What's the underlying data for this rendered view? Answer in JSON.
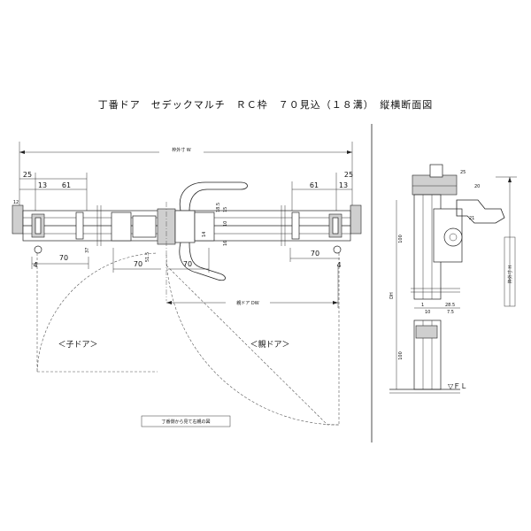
{
  "title": "丁番ドア　セデックマルチ　ＲＣ枠　７０見込（１８溝）　縦横断面図",
  "plan": {
    "frame_width_label": "枠外寸 W",
    "main_door_label": "親ドア DW",
    "child_door_label": "＜子ドア＞",
    "parent_door_label": "＜親ドア＞",
    "note": "丁番側から見て右親の図",
    "dims": {
      "d25_left": "25",
      "d13": "13",
      "d61_left": "61",
      "d12": "12",
      "d4_left": "4",
      "d70_left": "70",
      "d70_mid1": "70",
      "d70_mid2": "70",
      "d25_right": "25",
      "d61_right": "61",
      "d13_right": "13",
      "d4_right": "4",
      "d70_right": "70",
      "d18_5": "18.5",
      "d15": "15",
      "d10": "10",
      "d51_5": "51.5",
      "d14": "14",
      "d16": "16",
      "d37": "37"
    }
  },
  "section": {
    "frame_height_label": "枠外寸 H",
    "door_height_label": "DH",
    "floor_label": "▽ＦＬ",
    "dims": {
      "d100_top": "100",
      "d100_bottom": "100",
      "d25": "25",
      "d20": "20",
      "d21": "21",
      "d28_5": "28.5",
      "d10": "10",
      "d7_5": "7.5",
      "d1": "1"
    }
  }
}
